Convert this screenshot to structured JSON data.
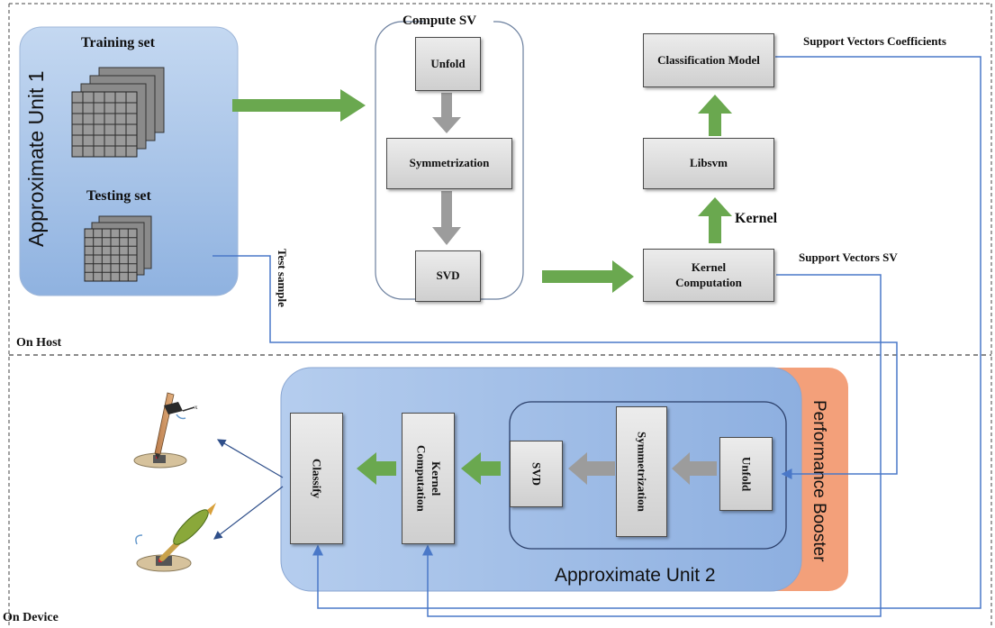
{
  "host": {
    "zone_label": "On Host",
    "unit1": {
      "title": "Approximate Unit 1",
      "training_label": "Training set",
      "testing_label": "Testing set"
    },
    "compute_sv": {
      "title": "Compute SV",
      "unfold": "Unfold",
      "symmetrization": "Symmetrization",
      "svd": "SVD"
    },
    "kernel_computation": "Kernel Computation",
    "libsvm": "Libsvm",
    "classification_model": "Classification Model",
    "kernel_label": "Kernel",
    "support_vectors_coefficients": "Support Vectors Coefficients",
    "support_vectors_sv": "Support Vectors SV",
    "test_sample": "Test sample"
  },
  "device": {
    "zone_label": "On Device",
    "unit2_title": "Approximate Unit 2",
    "performance_booster": "Performance Booster",
    "classify": "Classify",
    "kernel_computation": "Kernel Computation",
    "svd": "SVD",
    "symmetrization": "Symmetrization",
    "unfold": "Unfold"
  },
  "colors": {
    "unit_blue": "#8fb2e0",
    "booster_orange": "#f3a07a",
    "arrow_green": "#6aa84f",
    "arrow_gray": "#9c9c9c",
    "line_blue": "#4a78c8"
  }
}
